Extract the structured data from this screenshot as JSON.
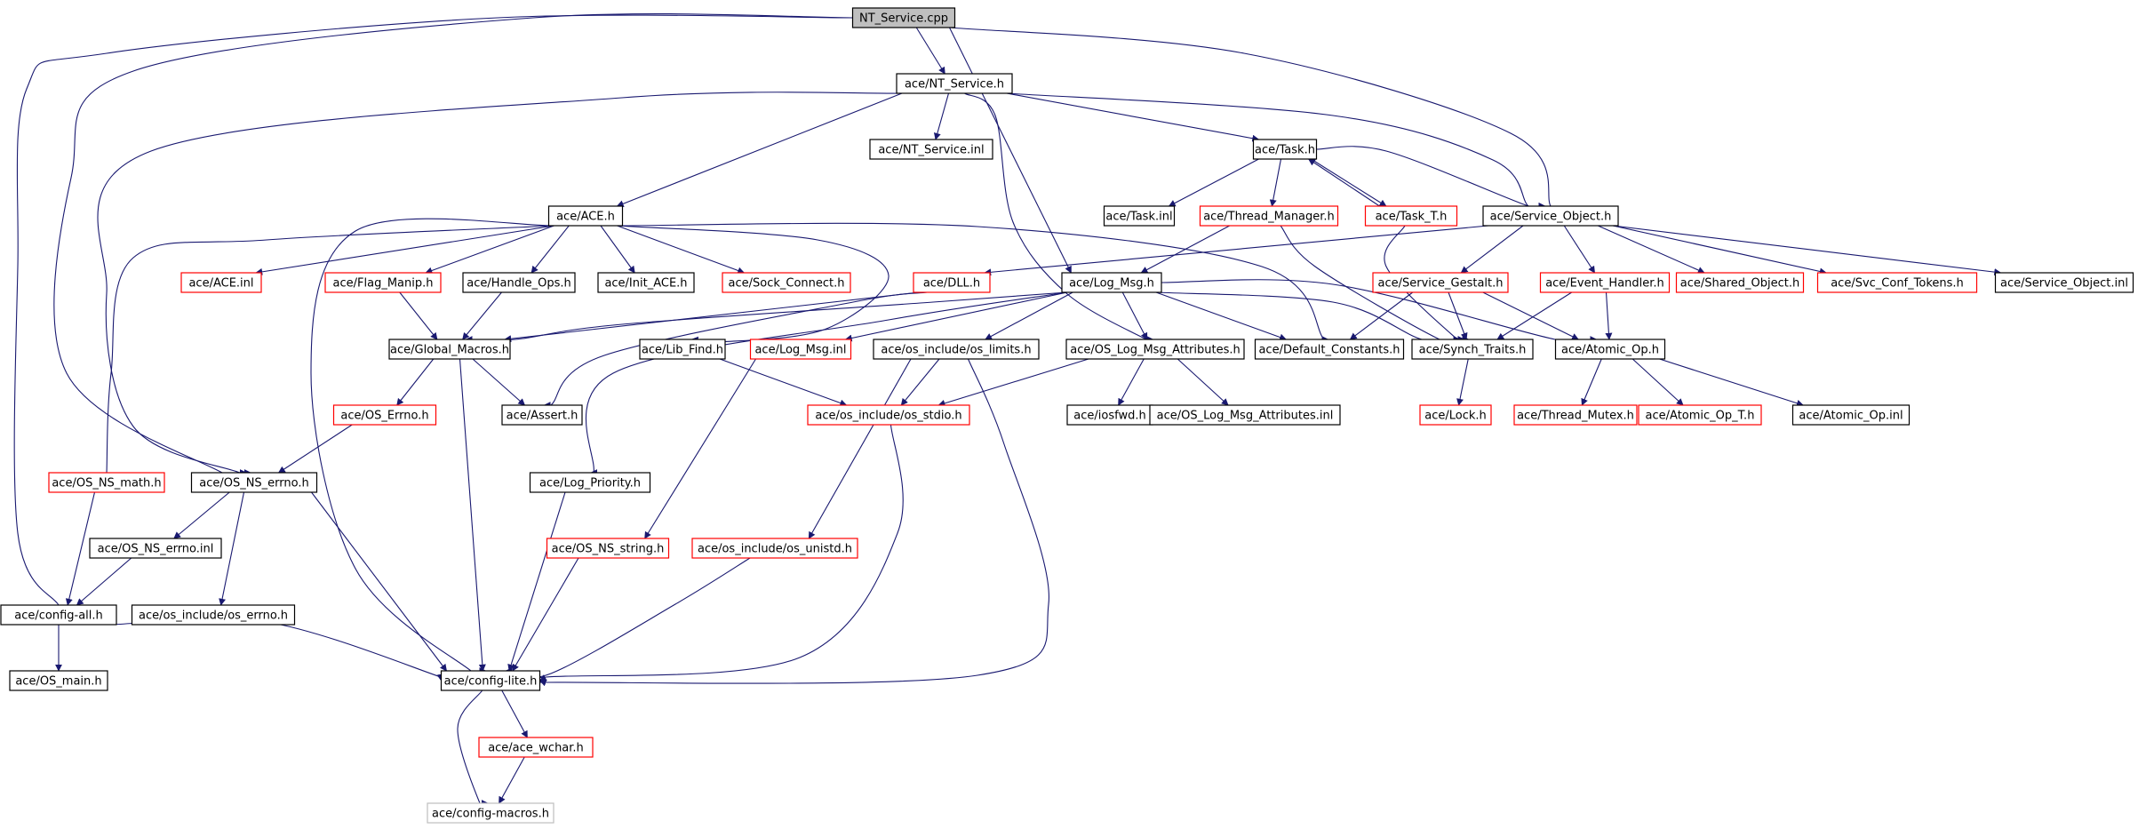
{
  "colors": {
    "edge": "#191970",
    "node_border": "#000000",
    "missing_node_border": "#ff0000",
    "faint_node_border": "#bfbfbf",
    "root_fill": "#bfbfbf",
    "background": "#ffffff"
  },
  "nodes": [
    {
      "id": "nt_service_cpp",
      "label": "NT_Service.cpp",
      "style": "root"
    },
    {
      "id": "nt_service_h",
      "label": "ace/NT_Service.h",
      "style": "black"
    },
    {
      "id": "nt_service_inl",
      "label": "ace/NT_Service.inl",
      "style": "black"
    },
    {
      "id": "task_h",
      "label": "ace/Task.h",
      "style": "black"
    },
    {
      "id": "ace_h",
      "label": "ace/ACE.h",
      "style": "black"
    },
    {
      "id": "task_inl",
      "label": "ace/Task.inl",
      "style": "black"
    },
    {
      "id": "thread_manager_h",
      "label": "ace/Thread_Manager.h",
      "style": "red"
    },
    {
      "id": "task_t_h",
      "label": "ace/Task_T.h",
      "style": "red"
    },
    {
      "id": "service_object_h",
      "label": "ace/Service_Object.h",
      "style": "black"
    },
    {
      "id": "ace_inl",
      "label": "ace/ACE.inl",
      "style": "red"
    },
    {
      "id": "flag_manip_h",
      "label": "ace/Flag_Manip.h",
      "style": "red"
    },
    {
      "id": "handle_ops_h",
      "label": "ace/Handle_Ops.h",
      "style": "black"
    },
    {
      "id": "init_ace_h",
      "label": "ace/Init_ACE.h",
      "style": "black"
    },
    {
      "id": "sock_connect_h",
      "label": "ace/Sock_Connect.h",
      "style": "red"
    },
    {
      "id": "dll_h",
      "label": "ace/DLL.h",
      "style": "red"
    },
    {
      "id": "log_msg_h",
      "label": "ace/Log_Msg.h",
      "style": "black"
    },
    {
      "id": "service_gestalt_h",
      "label": "ace/Service_Gestalt.h",
      "style": "red"
    },
    {
      "id": "event_handler_h",
      "label": "ace/Event_Handler.h",
      "style": "red"
    },
    {
      "id": "shared_object_h",
      "label": "ace/Shared_Object.h",
      "style": "red"
    },
    {
      "id": "svc_conf_tokens_h",
      "label": "ace/Svc_Conf_Tokens.h",
      "style": "red"
    },
    {
      "id": "service_object_inl",
      "label": "ace/Service_Object.inl",
      "style": "black"
    },
    {
      "id": "global_macros_h",
      "label": "ace/Global_Macros.h",
      "style": "black"
    },
    {
      "id": "lib_find_h",
      "label": "ace/Lib_Find.h",
      "style": "black"
    },
    {
      "id": "log_msg_inl",
      "label": "ace/Log_Msg.inl",
      "style": "red"
    },
    {
      "id": "os_limits_h",
      "label": "ace/os_include/os_limits.h",
      "style": "black"
    },
    {
      "id": "os_log_msg_attributes_h",
      "label": "ace/OS_Log_Msg_Attributes.h",
      "style": "black"
    },
    {
      "id": "default_constants_h",
      "label": "ace/Default_Constants.h",
      "style": "black"
    },
    {
      "id": "synch_traits_h",
      "label": "ace/Synch_Traits.h",
      "style": "black"
    },
    {
      "id": "atomic_op_h",
      "label": "ace/Atomic_Op.h",
      "style": "black"
    },
    {
      "id": "os_errno_h",
      "label": "ace/OS_Errno.h",
      "style": "red"
    },
    {
      "id": "assert_h",
      "label": "ace/Assert.h",
      "style": "black"
    },
    {
      "id": "os_stdio_h",
      "label": "ace/os_include/os_stdio.h",
      "style": "red"
    },
    {
      "id": "iosfwd_h",
      "label": "ace/iosfwd.h",
      "style": "black"
    },
    {
      "id": "os_log_msg_attributes_inl",
      "label": "ace/OS_Log_Msg_Attributes.inl",
      "style": "black"
    },
    {
      "id": "lock_h",
      "label": "ace/Lock.h",
      "style": "red"
    },
    {
      "id": "thread_mutex_h",
      "label": "ace/Thread_Mutex.h",
      "style": "red"
    },
    {
      "id": "atomic_op_t_h",
      "label": "ace/Atomic_Op_T.h",
      "style": "red"
    },
    {
      "id": "atomic_op_inl",
      "label": "ace/Atomic_Op.inl",
      "style": "black"
    },
    {
      "id": "os_ns_math_h",
      "label": "ace/OS_NS_math.h",
      "style": "red"
    },
    {
      "id": "os_ns_errno_h",
      "label": "ace/OS_NS_errno.h",
      "style": "black"
    },
    {
      "id": "log_priority_h",
      "label": "ace/Log_Priority.h",
      "style": "black"
    },
    {
      "id": "os_ns_errno_inl",
      "label": "ace/OS_NS_errno.inl",
      "style": "black"
    },
    {
      "id": "os_ns_string_h",
      "label": "ace/OS_NS_string.h",
      "style": "red"
    },
    {
      "id": "os_unistd_h",
      "label": "ace/os_include/os_unistd.h",
      "style": "red"
    },
    {
      "id": "config_all_h",
      "label": "ace/config-all.h",
      "style": "black"
    },
    {
      "id": "os_errno_inc_h",
      "label": "ace/os_include/os_errno.h",
      "style": "black"
    },
    {
      "id": "os_main_h",
      "label": "ace/OS_main.h",
      "style": "black"
    },
    {
      "id": "config_lite_h",
      "label": "ace/config-lite.h",
      "style": "black"
    },
    {
      "id": "ace_wchar_h",
      "label": "ace/ace_wchar.h",
      "style": "red"
    },
    {
      "id": "config_macros_h",
      "label": "ace/config-macros.h",
      "style": "gray"
    }
  ],
  "edges": [
    [
      "nt_service_cpp",
      "nt_service_h"
    ],
    [
      "nt_service_cpp",
      "log_msg_h"
    ],
    [
      "nt_service_cpp",
      "service_object_h"
    ],
    [
      "nt_service_cpp",
      "os_ns_errno_h"
    ],
    [
      "nt_service_cpp",
      "config_all_h"
    ],
    [
      "nt_service_h",
      "nt_service_inl"
    ],
    [
      "nt_service_h",
      "task_h"
    ],
    [
      "nt_service_h",
      "ace_h"
    ],
    [
      "nt_service_h",
      "service_object_h"
    ],
    [
      "nt_service_h",
      "os_log_msg_attributes_h"
    ],
    [
      "nt_service_h",
      "os_ns_errno_h"
    ],
    [
      "task_h",
      "task_inl"
    ],
    [
      "task_h",
      "thread_manager_h"
    ],
    [
      "task_h",
      "task_t_h"
    ],
    [
      "task_h",
      "service_object_h"
    ],
    [
      "task_t_h",
      "task_h"
    ],
    [
      "task_t_h",
      "synch_traits_h"
    ],
    [
      "thread_manager_h",
      "log_msg_h"
    ],
    [
      "thread_manager_h",
      "synch_traits_h"
    ],
    [
      "ace_h",
      "ace_inl"
    ],
    [
      "ace_h",
      "flag_manip_h"
    ],
    [
      "ace_h",
      "handle_ops_h"
    ],
    [
      "ace_h",
      "init_ace_h"
    ],
    [
      "ace_h",
      "sock_connect_h"
    ],
    [
      "ace_h",
      "lib_find_h"
    ],
    [
      "ace_h",
      "default_constants_h"
    ],
    [
      "ace_h",
      "os_ns_math_h"
    ],
    [
      "ace_h",
      "config_lite_h"
    ],
    [
      "service_object_h",
      "dll_h"
    ],
    [
      "service_object_h",
      "service_gestalt_h"
    ],
    [
      "service_object_h",
      "event_handler_h"
    ],
    [
      "service_object_h",
      "shared_object_h"
    ],
    [
      "service_object_h",
      "svc_conf_tokens_h"
    ],
    [
      "service_object_h",
      "service_object_inl"
    ],
    [
      "dll_h",
      "global_macros_h"
    ],
    [
      "dll_h",
      "assert_h"
    ],
    [
      "log_msg_h",
      "global_macros_h"
    ],
    [
      "log_msg_h",
      "log_msg_inl"
    ],
    [
      "log_msg_h",
      "os_limits_h"
    ],
    [
      "log_msg_h",
      "os_log_msg_attributes_h"
    ],
    [
      "log_msg_h",
      "default_constants_h"
    ],
    [
      "log_msg_h",
      "synch_traits_h"
    ],
    [
      "log_msg_h",
      "atomic_op_h"
    ],
    [
      "log_msg_h",
      "log_priority_h"
    ],
    [
      "service_gestalt_h",
      "default_constants_h"
    ],
    [
      "service_gestalt_h",
      "synch_traits_h"
    ],
    [
      "service_gestalt_h",
      "atomic_op_h"
    ],
    [
      "event_handler_h",
      "synch_traits_h"
    ],
    [
      "event_handler_h",
      "atomic_op_h"
    ],
    [
      "flag_manip_h",
      "global_macros_h"
    ],
    [
      "handle_ops_h",
      "global_macros_h"
    ],
    [
      "global_macros_h",
      "os_errno_h"
    ],
    [
      "global_macros_h",
      "assert_h"
    ],
    [
      "global_macros_h",
      "config_lite_h"
    ],
    [
      "lib_find_h",
      "os_stdio_h"
    ],
    [
      "log_msg_inl",
      "os_ns_string_h"
    ],
    [
      "os_limits_h",
      "os_stdio_h"
    ],
    [
      "os_limits_h",
      "os_unistd_h"
    ],
    [
      "os_limits_h",
      "config_lite_h"
    ],
    [
      "os_log_msg_attributes_h",
      "os_stdio_h"
    ],
    [
      "os_log_msg_attributes_h",
      "iosfwd_h"
    ],
    [
      "os_log_msg_attributes_h",
      "os_log_msg_attributes_inl"
    ],
    [
      "synch_traits_h",
      "lock_h"
    ],
    [
      "atomic_op_h",
      "thread_mutex_h"
    ],
    [
      "atomic_op_h",
      "atomic_op_t_h"
    ],
    [
      "atomic_op_h",
      "atomic_op_inl"
    ],
    [
      "os_errno_h",
      "os_ns_errno_h"
    ],
    [
      "os_stdio_h",
      "config_lite_h"
    ],
    [
      "os_ns_math_h",
      "config_all_h"
    ],
    [
      "os_ns_errno_h",
      "os_ns_errno_inl"
    ],
    [
      "os_ns_errno_h",
      "os_errno_inc_h"
    ],
    [
      "os_ns_errno_h",
      "config_lite_h"
    ],
    [
      "os_ns_errno_inl",
      "config_all_h"
    ],
    [
      "log_priority_h",
      "config_lite_h"
    ],
    [
      "os_ns_string_h",
      "config_lite_h"
    ],
    [
      "os_unistd_h",
      "config_lite_h"
    ],
    [
      "config_all_h",
      "os_main_h"
    ],
    [
      "config_all_h",
      "config_lite_h"
    ],
    [
      "config_lite_h",
      "ace_wchar_h"
    ],
    [
      "config_lite_h",
      "config_macros_h"
    ],
    [
      "ace_wchar_h",
      "config_macros_h"
    ]
  ]
}
